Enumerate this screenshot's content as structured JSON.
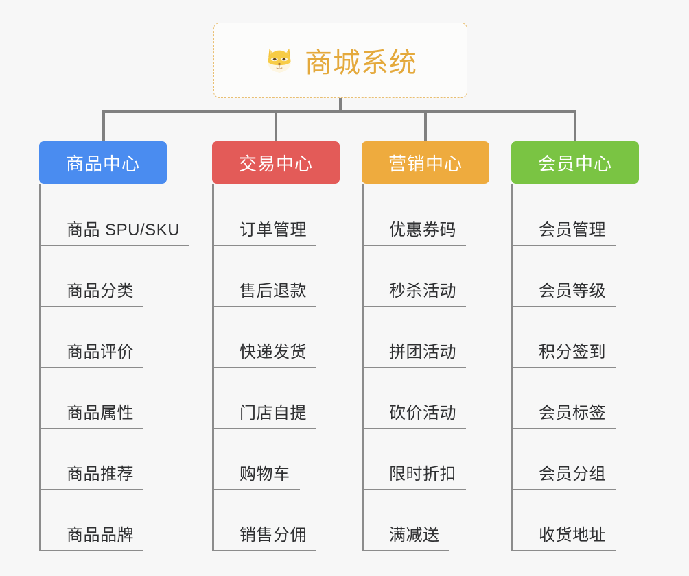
{
  "canvas": {
    "background": "#f7f7f7",
    "line_color": "#808080"
  },
  "root": {
    "title": "商城系统",
    "icon": "shiba-dog-icon",
    "title_color": "#e4a93c",
    "border_color": "#e9bf72",
    "background": "#fcfcfb"
  },
  "branches": [
    {
      "title": "商品中心",
      "color": "#4a8cf0",
      "items": [
        "商品 SPU/SKU",
        "商品分类",
        "商品评价",
        "商品属性",
        "商品推荐",
        "商品品牌"
      ]
    },
    {
      "title": "交易中心",
      "color": "#e35b58",
      "items": [
        "订单管理",
        "售后退款",
        "快递发货",
        "门店自提",
        "购物车",
        "销售分佣"
      ]
    },
    {
      "title": "营销中心",
      "color": "#eeab3e",
      "items": [
        "优惠券码",
        "秒杀活动",
        "拼团活动",
        "砍价活动",
        "限时折扣",
        "满减送"
      ]
    },
    {
      "title": "会员中心",
      "color": "#7ac443",
      "items": [
        "会员管理",
        "会员等级",
        "积分签到",
        "会员标签",
        "会员分组",
        "收货地址"
      ]
    }
  ]
}
